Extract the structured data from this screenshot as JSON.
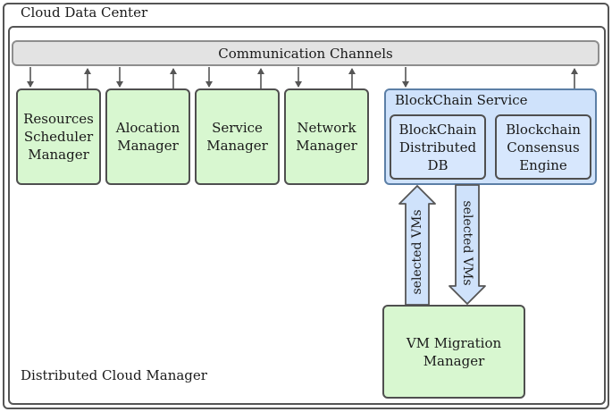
{
  "outer_label": "Cloud Data Center",
  "inner_label": "Distributed Cloud Manager",
  "channels_label": "Communication Channels",
  "managers": [
    {
      "label": "Resources\nScheduler\nManager"
    },
    {
      "label": "Alocation\nManager"
    },
    {
      "label": "Service\nManager"
    },
    {
      "label": "Network\nManager"
    }
  ],
  "blockchain": {
    "title": "BlockChain Service",
    "db_label": "BlockChain\nDistributed\nDB",
    "consensus_label": "Blockchain\nConsensus\nEngine"
  },
  "vm_migration_label": "VM Migration\nManager",
  "flow_up_label": "selected VMs",
  "flow_down_label": "selected VMs",
  "colors": {
    "manager_fill": "#d8f7d0",
    "blockchain_fill": "#cfe2fb",
    "channel_fill": "#e3e3e3",
    "flow_arrow_fill": "#cfe2fb"
  }
}
